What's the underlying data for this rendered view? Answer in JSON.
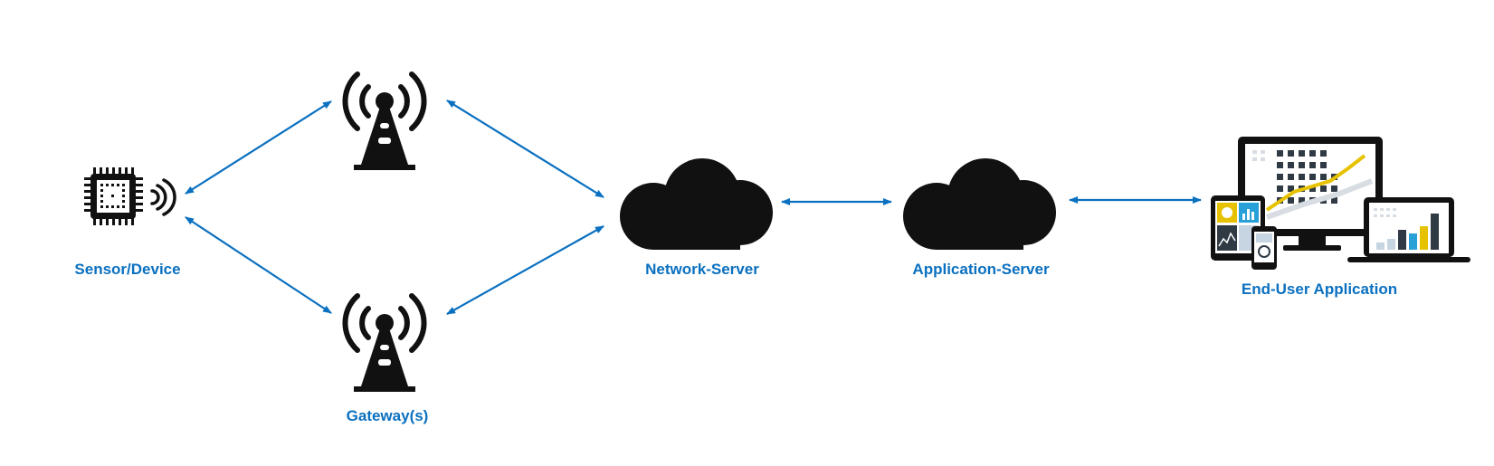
{
  "colors": {
    "accent": "#0a70c0",
    "icon": "#111111",
    "chart_yellow": "#e6c200",
    "chart_blue": "#2aa0d8",
    "chart_dark": "#2f3a44",
    "chart_light": "#c7d4e2"
  },
  "nodes": {
    "sensor": {
      "label": "Sensor/Device",
      "icon": "microchip-wireless-icon"
    },
    "gateway_top": {
      "label": "",
      "icon": "radio-tower-icon"
    },
    "gateway_bottom": {
      "label": "Gateway(s)",
      "icon": "radio-tower-icon"
    },
    "network_server": {
      "label": "Network-Server",
      "icon": "cloud-icon"
    },
    "application_server": {
      "label": "Application-Server",
      "icon": "cloud-icon"
    },
    "end_user_app": {
      "label": "End-User Application",
      "icon": "multi-device-dashboard-icon"
    }
  },
  "edges": [
    {
      "from": "sensor",
      "to": "gateway_top",
      "direction": "bidirectional"
    },
    {
      "from": "sensor",
      "to": "gateway_bottom",
      "direction": "bidirectional"
    },
    {
      "from": "gateway_top",
      "to": "network_server",
      "direction": "bidirectional"
    },
    {
      "from": "gateway_bottom",
      "to": "network_server",
      "direction": "bidirectional"
    },
    {
      "from": "network_server",
      "to": "application_server",
      "direction": "bidirectional"
    },
    {
      "from": "application_server",
      "to": "end_user_app",
      "direction": "bidirectional"
    }
  ]
}
